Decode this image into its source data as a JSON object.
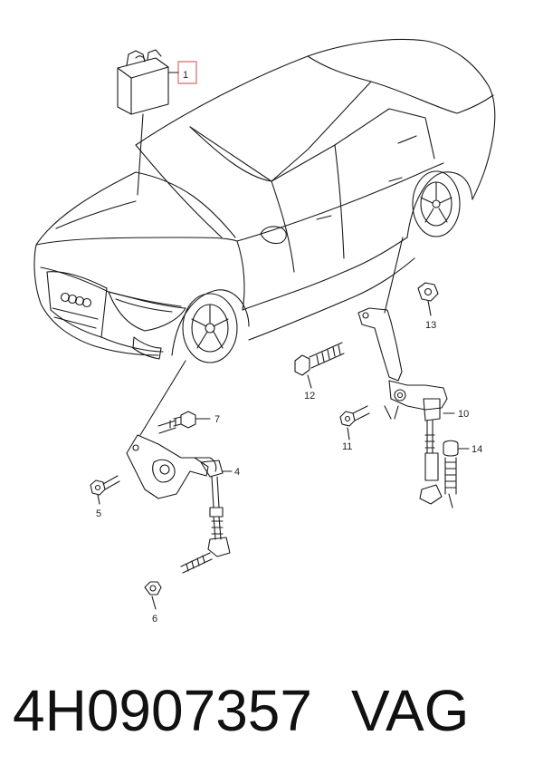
{
  "diagram": {
    "callouts": {
      "c1": "1",
      "c4": "4",
      "c5": "5",
      "c6": "6",
      "c7": "7",
      "c10": "10",
      "c11": "11",
      "c12": "12",
      "c13": "13",
      "c14": "14"
    },
    "colors": {
      "line": "#1a1a1a",
      "highlight_box": "#e08080"
    }
  },
  "footer": {
    "part_number": "4H0907357",
    "brand": "VAG"
  }
}
